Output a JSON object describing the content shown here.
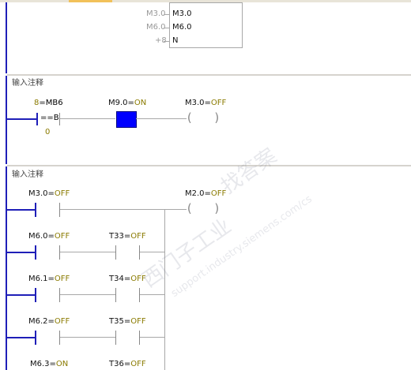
{
  "block_top": {
    "pins": [
      {
        "left": "M3.0",
        "right": "M3.0"
      },
      {
        "left": "M6.0",
        "right": "M6.0"
      },
      {
        "left": "+8",
        "right": "N"
      }
    ]
  },
  "network2": {
    "comment": "输入注释",
    "compare": {
      "operand1_addr": "8",
      "operand1_sym": "=MB6",
      "op": "==B",
      "operand2": "0"
    },
    "contact1": {
      "addr": "M9.0",
      "eq": "=",
      "state": "ON"
    },
    "coil": {
      "addr": "M3.0",
      "eq": "=",
      "state": "OFF"
    }
  },
  "network3": {
    "comment": "输入注释",
    "rows": [
      {
        "c1": {
          "addr": "M3.0",
          "state": "OFF"
        },
        "coil": {
          "addr": "M2.0",
          "state": "OFF"
        }
      },
      {
        "c1": {
          "addr": "M6.0",
          "state": "OFF"
        },
        "c2": {
          "addr": "T33",
          "state": "OFF"
        }
      },
      {
        "c1": {
          "addr": "M6.1",
          "state": "OFF"
        },
        "c2": {
          "addr": "T34",
          "state": "OFF"
        }
      },
      {
        "c1": {
          "addr": "M6.2",
          "state": "OFF"
        },
        "c2": {
          "addr": "T35",
          "state": "OFF"
        }
      },
      {
        "c1": {
          "addr": "M6.3",
          "state": "ON"
        },
        "c2": {
          "addr": "T36",
          "state": "OFF"
        }
      }
    ],
    "eq": "="
  },
  "watermark": {
    "text1": "西门子工业",
    "text2": "找答案",
    "text3": "support.industry.siemens.com/cs"
  },
  "colors": {
    "rail": "#1f1fb8",
    "state_text": "#8a7a00",
    "energized": "#0000ff"
  }
}
